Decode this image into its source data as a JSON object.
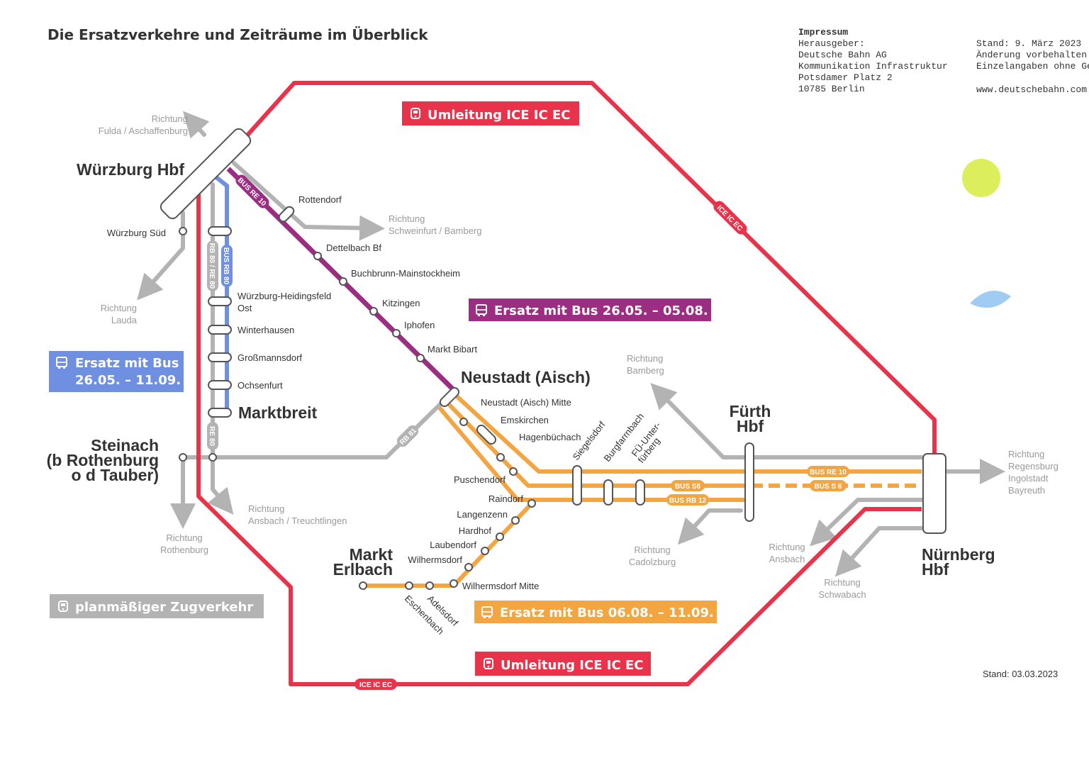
{
  "title": "Die Ersatzverkehre und Zeiträume im Überblick",
  "impressum": {
    "heading": "Impressum",
    "lines": [
      "Herausgeber:",
      "Deutsche Bahn AG",
      "Kommunikation Infrastruktur",
      "Potsdamer Platz 2",
      "10785 Berlin"
    ]
  },
  "stand_block": {
    "lines": [
      "Stand: 9. März 2023",
      "Änderung vorbehalten.",
      "Einzelangaben ohne Gew"
    ],
    "url": "www.deutschebahn.com"
  },
  "stand_footer": "Stand: 03.03.2023",
  "banners": {
    "ice_top": "Umleitung ICE IC EC",
    "ice_bottom": "Umleitung ICE IC EC",
    "bus_purple": "Ersatz mit Bus 26.05. – 05.08.",
    "bus_blue_1": "Ersatz mit Bus",
    "bus_blue_2": "26.05. – 11.09.",
    "bus_orange": "Ersatz mit Bus 06.08. – 11.09.",
    "regular": "planmäßiger Zugverkehr"
  },
  "line_labels": {
    "bus_re10_diag": "BUS RE 10",
    "ice_diag": "ICE IC EC",
    "ice_bottom": "ICE IC EC",
    "rb80_re80": "RB 80 / RE 80",
    "bus_rb80": "BUS RB 80",
    "re80": "RE 80",
    "rb81": "RB 81",
    "bus_re10_h": "BUS RE 10",
    "bus_s6_a": "BUS S6",
    "bus_s6_b": "BUS S 6",
    "bus_rb12": "BUS RB 12"
  },
  "major_stations": {
    "wuerzburg": "Würzburg Hbf",
    "neustadt": "Neustadt (Aisch)",
    "marktbreit": "Marktbreit",
    "steinach_1": "Steinach",
    "steinach_2": "(b Rothenburg",
    "steinach_3": "o d Tauber)",
    "fuerth_1": "Fürth",
    "fuerth_2": "Hbf",
    "nuernberg_1": "Nürnberg",
    "nuernberg_2": "Hbf",
    "markt_erlbach_1": "Markt",
    "markt_erlbach_2": "Erlbach"
  },
  "stations": {
    "rottendorf": "Rottendorf",
    "dettelbach": "Dettelbach Bf",
    "buchbrunn": "Buchbrunn-Mainstockheim",
    "kitzingen": "Kitzingen",
    "iphofen": "Iphofen",
    "markt_bibart": "Markt Bibart",
    "wuerzburg_sued": "Würzburg Süd",
    "heidingsfeld_1": "Würzburg-Heidingsfeld",
    "heidingsfeld_2": "Ost",
    "winterhausen": "Winterhausen",
    "grossmannsdorf": "Großmannsdorf",
    "ochsenfurt": "Ochsenfurt",
    "neustadt_mitte": "Neustadt (Aisch) Mitte",
    "emskirchen": "Emskirchen",
    "hagenbuechach": "Hagenbüchach",
    "puschendorf": "Puschendorf",
    "raindorf": "Raindorf",
    "langenzenn": "Langenzenn",
    "hardhof": "Hardhof",
    "laubendorf": "Laubendorf",
    "wilhermsdorf": "Wilhermsdorf",
    "wilhermsdorf_mitte": "Wilhermsdorf Mitte",
    "eschenbach": "Eschenbach",
    "adelsdorf": "Adelsdorf",
    "siegelsdorf": "Siegelsdorf",
    "burgfarrnbach": "Burgfarrnbach",
    "fue_unter_1": "FÜ-Unter-",
    "fue_unter_2": "fürberg"
  },
  "directions": {
    "fulda_1": "Richtung",
    "fulda_2": "Fulda / Aschaffenburg",
    "schweinfurt_1": "Richtung",
    "schweinfurt_2": "Schweinfurt / Bamberg",
    "lauda_1": "Richtung",
    "lauda_2": "Lauda",
    "bamberg_1": "Richtung",
    "bamberg_2": "Bamberg",
    "regensburg_1": "Richtung",
    "regensburg_2": "Regensburg",
    "regensburg_3": "Ingolstadt",
    "regensburg_4": "Bayreuth",
    "ansbach_t_1": "Richtung",
    "ansbach_t_2": "Ansbach / Treuchtlingen",
    "rothenburg_1": "Richtung",
    "rothenburg_2": "Rothenburg",
    "cadolzburg_1": "Richtung",
    "cadolzburg_2": "Cadolzburg",
    "ansbach_1": "Richtung",
    "ansbach_2": "Ansbach",
    "schwabach_1": "Richtung",
    "schwabach_2": "Schwabach"
  },
  "colors": {
    "ice": "#e8334a",
    "purple": "#9b2d82",
    "blue": "#6f8fe0",
    "orange": "#f2a541",
    "grey": "#b3b3b3",
    "text": "#333333"
  }
}
